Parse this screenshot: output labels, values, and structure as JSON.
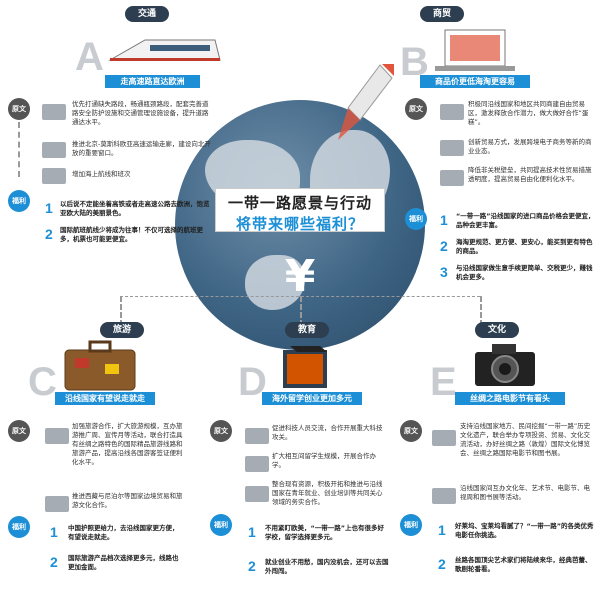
{
  "center": {
    "title_line1": "一带一路愿景与行动",
    "title_line2": "将带来哪些福利？",
    "symbol": "¥"
  },
  "labels": {
    "yuanwen": "原文",
    "fuli": "福利"
  },
  "sections": {
    "A": {
      "letter": "A",
      "category": "交通",
      "subtitle": "走高速路直达欧洲",
      "original": [
        "优先打通缺失路段，畅通瓶颈路段，配套完善道路安全防护设施和交通管理设施设备，提升道路通达水平。",
        "推进北京-莫斯科欧亚高速运输走廊，建设向北开放的重要窗口。",
        "增加海上航线和班次"
      ],
      "benefits": [
        "以后说不定能坐着高铁或者走高速公路去欧洲，饱览亚欧大陆的美丽景色。",
        "国际航班航线少将成为往事！不仅可选择的航班更多，机票也可能更便宜。"
      ]
    },
    "B": {
      "letter": "B",
      "category": "商贸",
      "subtitle": "商品价更低海淘更容易",
      "original": [
        "积极同沿线国家和地区共同商建自由贸易区，激发释放合作潜力，做大做好合作“蛋糕”。",
        "创新贸易方式，发展跨境电子商务等新的商业业态。",
        "降低非关税壁垒，共同提高技术性贸易措施透明度，提高贸易自由化便利化水平。"
      ],
      "benefits": [
        "“一带一路”沿线国家的进口商品价格会更便宜，品种会更丰富。",
        "海淘更规范、更方便、更安心，能买到更有特色的商品。",
        "与沿线国家做生意手续更简单、交税更少，赚钱机会更多。"
      ]
    },
    "C": {
      "letter": "C",
      "category": "旅游",
      "subtitle": "沿线国家有望说走就走",
      "original": [
        "加强旅游合作，扩大旅游规模，互办旅游推广周、宣传月等活动，联合打造具有丝绸之路特色的国际精品旅游线路和旅游产品，提高沿线各国游客签证便利化水平。",
        "推进西藏与尼泊尔等国家边境贸易和旅游文化合作。"
      ],
      "benefits": [
        "中国护照更给力，去沿线国家更方便，有望说走就走。",
        "国际旅游产品档次选择更多元，线路也更加金面。"
      ]
    },
    "D": {
      "letter": "D",
      "category": "教育",
      "subtitle": "海外留学创业更加多元",
      "original": [
        "促进科技人员交流，合作开展重大科技攻关。",
        "扩大相互间留学生规模，开展合作办学。",
        "整合现有资源，积极开拓和推进与沿线国家在青年就业、创业培训等共同关心领域的务实合作。"
      ],
      "benefits": [
        "不用紧盯欧美，“一带一路”上也有很多好学校，留学选择更多元。",
        "就业创业不用愁，国内没机会，还可以去国外闯闯。"
      ]
    },
    "E": {
      "letter": "E",
      "category": "文化",
      "subtitle": "丝绸之路电影节有看头",
      "original": [
        "支持沿线国家地方、民间挖掘“一带一路”历史文化遗产，联合举办专项投资、贸易、文化交流活动，办好丝绸之路（敦煌）国际文化博览会、丝绸之路国际电影节和图书展。",
        "沿线国家间互办文化年、艺术节、电影节、电视周和图书展等活动。"
      ],
      "benefits": [
        "好莱坞、宝莱坞看腻了？“一带一路”的各类优秀电影任你挑选。",
        "丝路各国顶尖艺术家们将陆续来华，经典芭蕾、歌剧轮番看。"
      ]
    }
  }
}
